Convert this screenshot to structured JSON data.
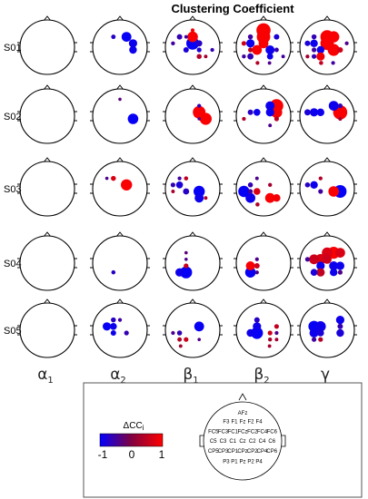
{
  "title": "Clustering Coefficient",
  "rows": [
    "S01",
    "S02",
    "S03",
    "S04",
    "S05"
  ],
  "columns": [
    {
      "base": "α",
      "sub": "1"
    },
    {
      "base": "α",
      "sub": "2"
    },
    {
      "base": "β",
      "sub": "1"
    },
    {
      "base": "β",
      "sub": "2"
    },
    {
      "base": "γ",
      "sub": ""
    }
  ],
  "legend": {
    "title_base": "ΔCC",
    "title_sub": "i",
    "ticks": [
      "-1",
      "0",
      "1"
    ],
    "colors": [
      "#0000ff",
      "#800040",
      "#ff0000"
    ]
  },
  "electrodes": [
    {
      "name": "AFz"
    },
    {
      "name": "F3"
    },
    {
      "name": "F1"
    },
    {
      "name": "Fz"
    },
    {
      "name": "F2"
    },
    {
      "name": "F4"
    },
    {
      "name": "FC5"
    },
    {
      "name": "FC3"
    },
    {
      "name": "FC1"
    },
    {
      "name": "FCz"
    },
    {
      "name": "FC2"
    },
    {
      "name": "FC4"
    },
    {
      "name": "FC6"
    },
    {
      "name": "C5"
    },
    {
      "name": "C3"
    },
    {
      "name": "C1"
    },
    {
      "name": "Cz"
    },
    {
      "name": "C2"
    },
    {
      "name": "C4"
    },
    {
      "name": "C6"
    },
    {
      "name": "CP5"
    },
    {
      "name": "CP3"
    },
    {
      "name": "CP1"
    },
    {
      "name": "CPz"
    },
    {
      "name": "CP2"
    },
    {
      "name": "CP4"
    },
    {
      "name": "CP6"
    },
    {
      "name": "P3"
    },
    {
      "name": "P1"
    },
    {
      "name": "Pz"
    },
    {
      "name": "P2"
    },
    {
      "name": "P4"
    }
  ],
  "cells": [
    [],
    [
      {
        "e": "F2",
        "v": -0.95,
        "s": 0.55
      },
      {
        "e": "FC4",
        "v": -0.9,
        "s": 0.45
      },
      {
        "e": "C4",
        "v": -0.9,
        "s": 0.4
      },
      {
        "e": "F1",
        "v": -0.7,
        "s": 0.18
      }
    ],
    [
      {
        "e": "FCz",
        "v": -0.95,
        "s": 0.75
      },
      {
        "e": "Fz",
        "v": 0.95,
        "s": 0.6
      },
      {
        "e": "F3",
        "v": -0.6,
        "s": 0.25
      },
      {
        "e": "FC2",
        "v": -0.7,
        "s": 0.3
      },
      {
        "e": "C1",
        "v": -0.8,
        "s": 0.25
      },
      {
        "e": "C2",
        "v": -0.8,
        "s": 0.2
      },
      {
        "e": "CP2",
        "v": 0.4,
        "s": 0.22
      },
      {
        "e": "FC5",
        "v": -0.5,
        "s": 0.15
      },
      {
        "e": "C6",
        "v": -0.6,
        "s": 0.14
      },
      {
        "e": "AFz",
        "v": 0.9,
        "s": 0.14
      },
      {
        "e": "F1",
        "v": -0.5,
        "s": 0.12
      },
      {
        "e": "CP4",
        "v": 0.3,
        "s": 0.12
      }
    ],
    [
      {
        "e": "AFz",
        "v": 0.95,
        "s": 0.85
      },
      {
        "e": "Fz",
        "v": 0.95,
        "s": 0.8
      },
      {
        "e": "FCz",
        "v": 0.95,
        "s": 0.55
      },
      {
        "e": "FC3",
        "v": -0.9,
        "s": 0.45
      },
      {
        "e": "C1",
        "v": 0.95,
        "s": 0.55
      },
      {
        "e": "C2",
        "v": -0.9,
        "s": 0.5
      },
      {
        "e": "CP3",
        "v": -0.6,
        "s": 0.3
      },
      {
        "e": "CP2",
        "v": -0.9,
        "s": 0.3
      },
      {
        "e": "F3",
        "v": -0.5,
        "s": 0.22
      },
      {
        "e": "F4",
        "v": -0.8,
        "s": 0.25
      },
      {
        "e": "FC5",
        "v": 0.6,
        "s": 0.2
      },
      {
        "e": "C3",
        "v": 0.5,
        "s": 0.2
      },
      {
        "e": "C4",
        "v": -0.6,
        "s": 0.18
      },
      {
        "e": "CP5",
        "v": -0.5,
        "s": 0.15
      },
      {
        "e": "P1",
        "v": 0.4,
        "s": 0.14
      },
      {
        "e": "P2",
        "v": -0.4,
        "s": 0.12
      },
      {
        "e": "CP6",
        "v": -0.5,
        "s": 0.12
      }
    ],
    [
      {
        "e": "Fz",
        "v": 0.95,
        "s": 0.8
      },
      {
        "e": "FCz",
        "v": 0.95,
        "s": 0.8
      },
      {
        "e": "F2",
        "v": 0.95,
        "s": 0.65
      },
      {
        "e": "FC3",
        "v": -0.9,
        "s": 0.4
      },
      {
        "e": "C2",
        "v": 0.95,
        "s": 0.7
      },
      {
        "e": "C1",
        "v": -0.9,
        "s": 0.4
      },
      {
        "e": "CP1",
        "v": 0.9,
        "s": 0.45
      },
      {
        "e": "FC5",
        "v": -0.8,
        "s": 0.25
      },
      {
        "e": "F3",
        "v": -0.6,
        "s": 0.22
      },
      {
        "e": "C3",
        "v": -0.5,
        "s": 0.2
      },
      {
        "e": "C4",
        "v": 0.6,
        "s": 0.25
      },
      {
        "e": "CP3",
        "v": -0.6,
        "s": 0.2
      },
      {
        "e": "CP5",
        "v": 0.3,
        "s": 0.14
      },
      {
        "e": "P1",
        "v": 0.5,
        "s": 0.16
      },
      {
        "e": "P2",
        "v": -0.5,
        "s": 0.14
      },
      {
        "e": "FC6",
        "v": -0.4,
        "s": 0.14
      }
    ],
    [],
    [
      {
        "e": "C4",
        "v": -0.95,
        "s": 0.6
      },
      {
        "e": "AFz",
        "v": -0.3,
        "s": 0.1
      }
    ],
    [
      {
        "e": "FC2",
        "v": 0.95,
        "s": 0.75
      },
      {
        "e": "C4",
        "v": 0.95,
        "s": 0.7
      },
      {
        "e": "F2",
        "v": -0.6,
        "s": 0.14
      },
      {
        "e": "C2",
        "v": -0.4,
        "s": 0.1
      }
    ],
    [
      {
        "e": "F4",
        "v": 0.95,
        "s": 0.8
      },
      {
        "e": "FC4",
        "v": 0.95,
        "s": 0.65
      },
      {
        "e": "F2",
        "v": -0.9,
        "s": 0.5
      },
      {
        "e": "FC2",
        "v": -0.9,
        "s": 0.45
      },
      {
        "e": "FC1",
        "v": -0.9,
        "s": 0.35
      },
      {
        "e": "FC3",
        "v": -0.7,
        "s": 0.25
      },
      {
        "e": "C4",
        "v": 0.5,
        "s": 0.2
      },
      {
        "e": "C5",
        "v": 0.4,
        "s": 0.14
      },
      {
        "e": "CP2",
        "v": -0.4,
        "s": 0.12
      }
    ],
    [
      {
        "e": "FC4",
        "v": 0.95,
        "s": 0.85
      },
      {
        "e": "F2",
        "v": -0.9,
        "s": 0.55
      },
      {
        "e": "FC3",
        "v": -0.9,
        "s": 0.45
      },
      {
        "e": "FC1",
        "v": -0.9,
        "s": 0.4
      },
      {
        "e": "FC5",
        "v": -0.8,
        "s": 0.3
      },
      {
        "e": "F4",
        "v": -0.6,
        "s": 0.2
      },
      {
        "e": "C4",
        "v": 0.3,
        "s": 0.14
      }
    ],
    [],
    [
      {
        "e": "FC2",
        "v": 0.95,
        "s": 0.65
      },
      {
        "e": "F1",
        "v": 0.7,
        "s": 0.22
      },
      {
        "e": "F3",
        "v": -0.4,
        "s": 0.1
      }
    ],
    [
      {
        "e": "C2",
        "v": -0.95,
        "s": 0.65
      },
      {
        "e": "CP2",
        "v": -0.9,
        "s": 0.5
      },
      {
        "e": "FC3",
        "v": -0.8,
        "s": 0.35
      },
      {
        "e": "C1",
        "v": -0.7,
        "s": 0.3
      },
      {
        "e": "FC5",
        "v": -0.6,
        "s": 0.2
      },
      {
        "e": "F1",
        "v": 0.5,
        "s": 0.16
      },
      {
        "e": "F3",
        "v": -0.5,
        "s": 0.14
      },
      {
        "e": "C5",
        "v": 0.3,
        "s": 0.12
      },
      {
        "e": "CP4",
        "v": 0.4,
        "s": 0.12
      }
    ],
    [
      {
        "e": "C5",
        "v": -0.95,
        "s": 0.65
      },
      {
        "e": "CP3",
        "v": -0.9,
        "s": 0.55
      },
      {
        "e": "C1",
        "v": 0.7,
        "s": 0.35
      },
      {
        "e": "CP2",
        "v": 0.95,
        "s": 0.55
      },
      {
        "e": "CP4",
        "v": 0.9,
        "s": 0.4
      },
      {
        "e": "FC3",
        "v": -0.6,
        "s": 0.22
      },
      {
        "e": "FC2",
        "v": 0.3,
        "s": 0.15
      },
      {
        "e": "C3",
        "v": -0.5,
        "s": 0.2
      },
      {
        "e": "P1",
        "v": 0.4,
        "s": 0.16
      },
      {
        "e": "F1",
        "v": -0.4,
        "s": 0.12
      }
    ],
    [
      {
        "e": "C4",
        "v": -0.95,
        "s": 0.75
      },
      {
        "e": "C2",
        "v": 0.95,
        "s": 0.6
      },
      {
        "e": "FC3",
        "v": -0.9,
        "s": 0.4
      },
      {
        "e": "FC5",
        "v": -0.7,
        "s": 0.22
      },
      {
        "e": "C1",
        "v": -0.5,
        "s": 0.2
      },
      {
        "e": "F1",
        "v": 0.4,
        "s": 0.14
      }
    ],
    [],
    [
      {
        "e": "CP1",
        "v": -0.7,
        "s": 0.16
      }
    ],
    [
      {
        "e": "CP1",
        "v": -0.95,
        "s": 0.7
      },
      {
        "e": "CP3",
        "v": -0.9,
        "s": 0.45
      },
      {
        "e": "C1",
        "v": 0.6,
        "s": 0.2
      },
      {
        "e": "F1",
        "v": -0.3,
        "s": 0.1
      },
      {
        "e": "FC1",
        "v": -0.4,
        "s": 0.1
      }
    ],
    [
      {
        "e": "CP3",
        "v": -0.95,
        "s": 0.6
      },
      {
        "e": "C3",
        "v": 0.95,
        "s": 0.5
      },
      {
        "e": "C1",
        "v": 0.6,
        "s": 0.25
      },
      {
        "e": "FC1",
        "v": -0.4,
        "s": 0.14
      },
      {
        "e": "CP1",
        "v": -0.4,
        "s": 0.14
      }
    ],
    [
      {
        "e": "F2",
        "v": 0.95,
        "s": 0.7
      },
      {
        "e": "Fz",
        "v": 0.7,
        "s": 0.6
      },
      {
        "e": "F4",
        "v": 0.7,
        "s": 0.55
      },
      {
        "e": "FC1",
        "v": 0.7,
        "s": 0.6
      },
      {
        "e": "FC3",
        "v": 0.6,
        "s": 0.55
      },
      {
        "e": "FCz",
        "v": 0.6,
        "s": 0.5
      },
      {
        "e": "C1",
        "v": -0.9,
        "s": 0.45
      },
      {
        "e": "C2",
        "v": -0.9,
        "s": 0.5
      },
      {
        "e": "C4",
        "v": -0.9,
        "s": 0.45
      },
      {
        "e": "CP1",
        "v": 0.5,
        "s": 0.45
      },
      {
        "e": "CP3",
        "v": -0.8,
        "s": 0.35
      },
      {
        "e": "CP2",
        "v": -0.9,
        "s": 0.4
      },
      {
        "e": "FC5",
        "v": -0.5,
        "s": 0.2
      },
      {
        "e": "CP4",
        "v": -0.4,
        "s": 0.2
      }
    ],
    [],
    [
      {
        "e": "FC3",
        "v": -0.95,
        "s": 0.45
      },
      {
        "e": "FC1",
        "v": -0.9,
        "s": 0.35
      },
      {
        "e": "C1",
        "v": -0.9,
        "s": 0.25
      },
      {
        "e": "F1",
        "v": -0.7,
        "s": 0.22
      },
      {
        "e": "C2",
        "v": -0.6,
        "s": 0.2
      },
      {
        "e": "Fz",
        "v": -0.5,
        "s": 0.14
      }
    ],
    [
      {
        "e": "FC2",
        "v": -0.95,
        "s": 0.55
      },
      {
        "e": "C3",
        "v": -0.6,
        "s": 0.22
      },
      {
        "e": "CP1",
        "v": 0.6,
        "s": 0.2
      },
      {
        "e": "CP3",
        "v": 0.4,
        "s": 0.18
      },
      {
        "e": "C5",
        "v": -0.4,
        "s": 0.14
      },
      {
        "e": "P3",
        "v": 0.3,
        "s": 0.12
      },
      {
        "e": "CP2",
        "v": -0.4,
        "s": 0.1
      }
    ],
    [
      {
        "e": "C1",
        "v": -0.95,
        "s": 0.7
      },
      {
        "e": "FC1",
        "v": -0.9,
        "s": 0.45
      },
      {
        "e": "C3",
        "v": -0.9,
        "s": 0.4
      },
      {
        "e": "F1",
        "v": -0.7,
        "s": 0.25
      },
      {
        "e": "FC4",
        "v": 0.5,
        "s": 0.2
      },
      {
        "e": "C2",
        "v": 0.6,
        "s": 0.2
      },
      {
        "e": "CP2",
        "v": 0.3,
        "s": 0.15
      },
      {
        "e": "C4",
        "v": -0.4,
        "s": 0.14
      },
      {
        "e": "P2",
        "v": 0.3,
        "s": 0.12
      },
      {
        "e": "CP4",
        "v": 0.3,
        "s": 0.12
      }
    ],
    [
      {
        "e": "FC3",
        "v": -0.95,
        "s": 0.65
      },
      {
        "e": "FC1",
        "v": -0.9,
        "s": 0.6
      },
      {
        "e": "F4",
        "v": -0.9,
        "s": 0.45
      },
      {
        "e": "C3",
        "v": -0.9,
        "s": 0.5
      },
      {
        "e": "C4",
        "v": -0.8,
        "s": 0.4
      },
      {
        "e": "C1",
        "v": -0.8,
        "s": 0.35
      },
      {
        "e": "CP1",
        "v": 0.4,
        "s": 0.2
      },
      {
        "e": "FC4",
        "v": -0.6,
        "s": 0.25
      },
      {
        "e": "CP3",
        "v": -0.5,
        "s": 0.2
      }
    ]
  ]
}
